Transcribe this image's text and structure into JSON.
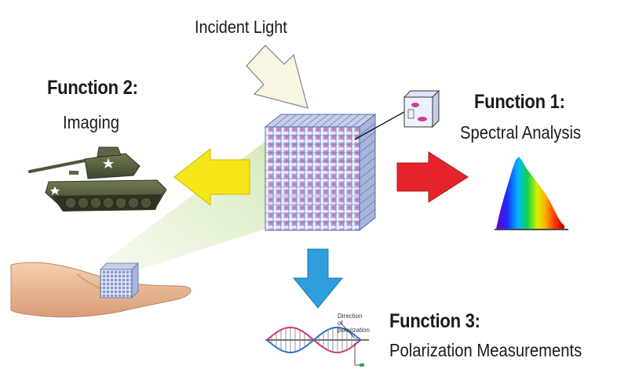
{
  "incident_light": "Incident Light",
  "functions": [
    {
      "title": "Function 1:",
      "subtitle": "Spectral Analysis",
      "arrow_color": "#e5232b",
      "icon": "spectrum-icon"
    },
    {
      "title": "Function 2:",
      "subtitle": "Imaging",
      "arrow_color": "#f5e619",
      "icon": "tank-icon"
    },
    {
      "title": "Function 3:",
      "subtitle": "Polarization Measurements",
      "arrow_color": "#2e9fdc",
      "icon": "polarization-wave-icon"
    }
  ],
  "polarization_label": "Direction of polarization",
  "colors": {
    "incident_arrow": "#faf6e4",
    "light_cone": "#d3e9b8",
    "cube_cell": "#8a8fcf",
    "cube_grid": "#4f6fa8"
  }
}
